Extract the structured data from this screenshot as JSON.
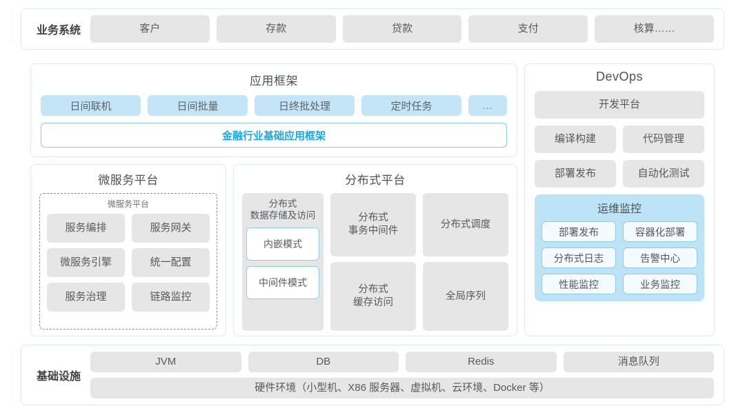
{
  "business": {
    "label": "业务系统",
    "items": [
      "客户",
      "存款",
      "贷款",
      "支付",
      "核算……"
    ]
  },
  "app_framework": {
    "title": "应用框架",
    "chips": [
      "日间联机",
      "日间批量",
      "日终批处理",
      "定时任务"
    ],
    "more_chip": "...",
    "base_label": "金融行业基础应用框架"
  },
  "micro_platform": {
    "title": "微服务平台",
    "sub_title": "微服务平台",
    "items": [
      "服务编排",
      "服务网关",
      "微服务引擎",
      "统一配置",
      "服务治理",
      "链路监控"
    ]
  },
  "dist_platform": {
    "title": "分布式平台",
    "storage": {
      "label": "分布式\n数据存储及访问",
      "modes": [
        "内嵌模式",
        "中间件模式"
      ]
    },
    "items": [
      "分布式\n事务中间件",
      "分布式调度",
      "分布式\n缓存访问",
      "全局序列"
    ]
  },
  "devops": {
    "title": "DevOps",
    "platform": "开发平台",
    "items": [
      "编译构建",
      "代码管理",
      "部署发布",
      "自动化测试"
    ],
    "ops_monitor": {
      "title": "运维监控",
      "items": [
        "部署发布",
        "容器化部署",
        "分布式日志",
        "告警中心",
        "性能监控",
        "业务监控"
      ]
    }
  },
  "infrastructure": {
    "label": "基础设施",
    "items": [
      "JVM",
      "DB",
      "Redis",
      "消息队列"
    ],
    "hardware": "硬件环境（小型机、X86 服务器、虚拟机、云环境、Docker 等）"
  },
  "colors": {
    "card_border": "#d6edf3",
    "chip_gray": "#e6e6e6",
    "chip_blue": "#c3e5f7",
    "accent_blue": "#19a7de",
    "outline_blue": "#8ecbe8",
    "ops_panel": "#bde3f7",
    "text_gray": "#555a5e"
  }
}
